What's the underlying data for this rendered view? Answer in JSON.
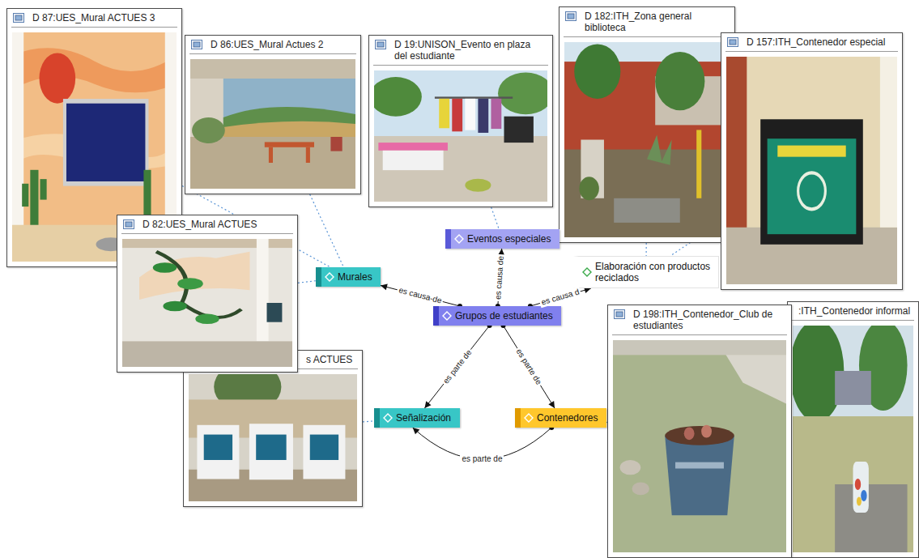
{
  "diagram": {
    "nodes": [
      {
        "text": [
          "D 87:UES_Mural ACTUES 3"
        ]
      },
      {
        "text": [
          "D 86:UES_Mural Actues 2"
        ]
      },
      {
        "text": [
          "D 19:UNISON_Evento en plaza del estudiante"
        ]
      },
      {
        "text": [
          "D 182:ITH_Zona general biblioteca"
        ]
      },
      {
        "text": [
          "D 157:ITH_Contenedor especial"
        ]
      },
      {
        "text": [
          "D 82:UES_Mural ACTUES"
        ]
      },
      {
        "text": [
          "s ACTUES"
        ]
      },
      {
        "text": [
          "Eventos especiales"
        ]
      },
      {
        "text": [
          "Murales"
        ]
      },
      {
        "text": [
          "Elaboración con productos reciclados"
        ]
      },
      {
        "text": [
          "Grupos de estudiantes"
        ]
      },
      {
        "text": [
          "D 198:ITH_Contenedor_Club de estudiantes"
        ]
      },
      {
        "text": [
          ":ITH_Contenedor informal"
        ]
      },
      {
        "text": [
          "Señalización"
        ]
      },
      {
        "text": [
          "Contenedores"
        ]
      }
    ],
    "edges": [
      {
        "from": 10,
        "to": 8,
        "label": "es causa-de",
        "arrow": "to"
      },
      {
        "from": 10,
        "to": 7,
        "label": "es causa de",
        "arrow": "to"
      },
      {
        "from": 10,
        "to": 9,
        "label": "es causa d",
        "arrow": "to"
      },
      {
        "from": 10,
        "to": 13,
        "label": "es parte de",
        "arrow": "to"
      },
      {
        "from": 10,
        "to": 14,
        "label": "es parte de",
        "arrow": "to"
      },
      {
        "from": 14,
        "to": 13,
        "label": "es parte de",
        "arrow": "to"
      },
      {
        "from": 0,
        "to": 8,
        "arrow": "none"
      },
      {
        "from": 1,
        "to": 8,
        "arrow": "none"
      },
      {
        "from": 5,
        "to": 8,
        "arrow": "none"
      },
      {
        "from": 2,
        "to": 7,
        "arrow": "none"
      },
      {
        "from": 3,
        "to": 9,
        "arrow": "none"
      },
      {
        "from": 4,
        "to": 9,
        "arrow": "none"
      },
      {
        "from": 6,
        "to": 13,
        "arrow": "none"
      },
      {
        "from": 11,
        "to": 14,
        "arrow": "none"
      },
      {
        "from": 12,
        "to": 14,
        "arrow": "none"
      }
    ]
  }
}
